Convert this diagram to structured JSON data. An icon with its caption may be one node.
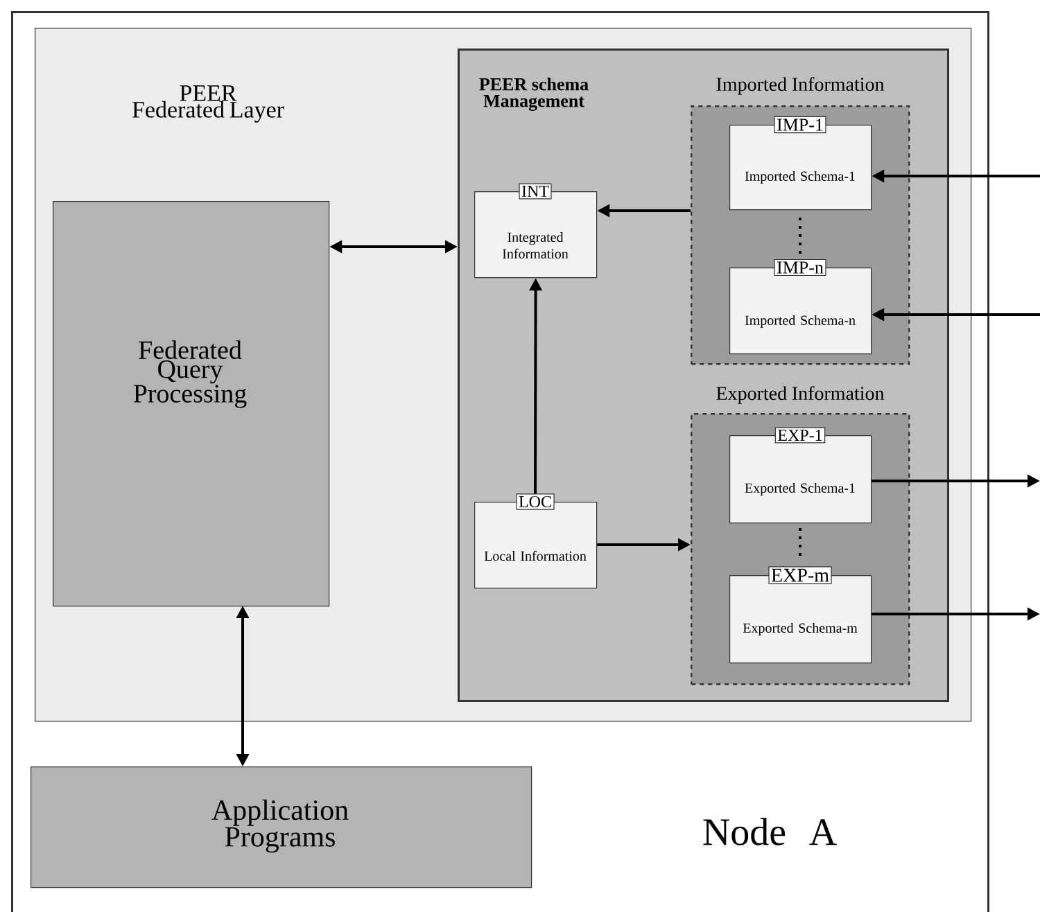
{
  "diagram": {
    "nodes": [
      {
        "text": [
          "Node A"
        ]
      },
      {
        "text": [
          "PEER Federated Layer"
        ],
        "in": 0
      },
      {
        "text": [
          "Federated Query Processing"
        ],
        "in": 1
      },
      {
        "text": [
          "PEER schema Management"
        ],
        "in": 1
      },
      {
        "text": [
          "INT",
          "Integrated Information"
        ],
        "in": 3
      },
      {
        "text": [
          "LOC",
          "Local Information"
        ],
        "in": 3
      },
      {
        "text": [
          "Imported Information"
        ],
        "in": 3
      },
      {
        "text": [
          "IMP-1",
          "Imported Schema-1"
        ],
        "in": 6
      },
      {
        "text": [
          "IMP-n",
          "Imported Schema-n"
        ],
        "in": 6
      },
      {
        "text": [
          "Exported Information"
        ],
        "in": 3
      },
      {
        "text": [
          "EXP-1",
          "Exported Schema-1"
        ],
        "in": 9
      },
      {
        "text": [
          "EXP-m",
          "Exported Schema-m"
        ],
        "in": 9
      },
      {
        "text": [
          "Application Programs"
        ],
        "in": 0
      }
    ],
    "edges": [
      {
        "from": 2,
        "to": 3,
        "arrow": "both"
      },
      {
        "from": 6,
        "to": 4,
        "arrow": "to"
      },
      {
        "from": 5,
        "to": 4,
        "arrow": "to"
      },
      {
        "from": 5,
        "to": 9,
        "arrow": "to"
      },
      {
        "from": null,
        "to": 7,
        "arrow": "to"
      },
      {
        "from": null,
        "to": 8,
        "arrow": "to"
      },
      {
        "from": 10,
        "to": null,
        "arrow": "to"
      },
      {
        "from": 11,
        "to": null,
        "arrow": "to"
      },
      {
        "from": 2,
        "to": 12,
        "arrow": "both"
      }
    ]
  }
}
